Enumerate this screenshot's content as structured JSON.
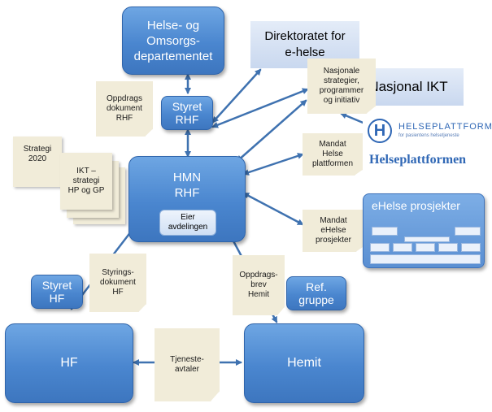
{
  "boxes": {
    "hod": [
      "Helse- og",
      "Omsorgs-",
      "departementet"
    ],
    "direktoratet": [
      "Direktoratet for",
      "e-helse"
    ],
    "nasjonal_ikt": "Nasjonal IKT",
    "styret_rhf": [
      "Styret",
      "RHF"
    ],
    "hmn_rhf": [
      "HMN",
      "RHF"
    ],
    "eier_avdelingen": [
      "Eier",
      "avdelingen"
    ],
    "styret_hf": [
      "Styret",
      "HF"
    ],
    "ref_gruppe": [
      "Ref.",
      "gruppe"
    ],
    "hf": "HF",
    "hemit": "Hemit"
  },
  "notes": {
    "oppdrags_rhf": [
      "Oppdrags",
      "dokument",
      "RHF"
    ],
    "nasjonale": [
      "Nasjonale",
      "strategier,",
      "programmer",
      "og initiativ"
    ],
    "mandat_hp": [
      "Mandat",
      "Helse",
      "plattformen"
    ],
    "mandat_ehelse": [
      "Mandat",
      "eHelse",
      "prosjekter"
    ],
    "strategi_2020": [
      "Strategi",
      "2020"
    ],
    "ikt_strategi": [
      "IKT –",
      "strategi",
      "HP og GP"
    ],
    "styringsdokument_hf": [
      "Styrings-",
      "dokument",
      "HF"
    ],
    "oppdragsbrev_hemit": [
      "Oppdrags-",
      "brev",
      "Hemit"
    ],
    "tjenesteavtaler": [
      "Tjeneste-",
      "avtaler"
    ]
  },
  "helseplattformen": {
    "logo_letter": "H",
    "logo_word": "HELSEPLATTFORMEN",
    "logo_tagline": "for pasientens helsetjeneste",
    "title": "Helseplattformen"
  },
  "ehelse_prosjekter": {
    "title": "eHelse prosjekter"
  },
  "colors": {
    "box_blue": "#4a86cf",
    "note_beige": "#f1ecd9",
    "pale_blue": "#c9d8ef",
    "arrow": "#3f72b0"
  }
}
